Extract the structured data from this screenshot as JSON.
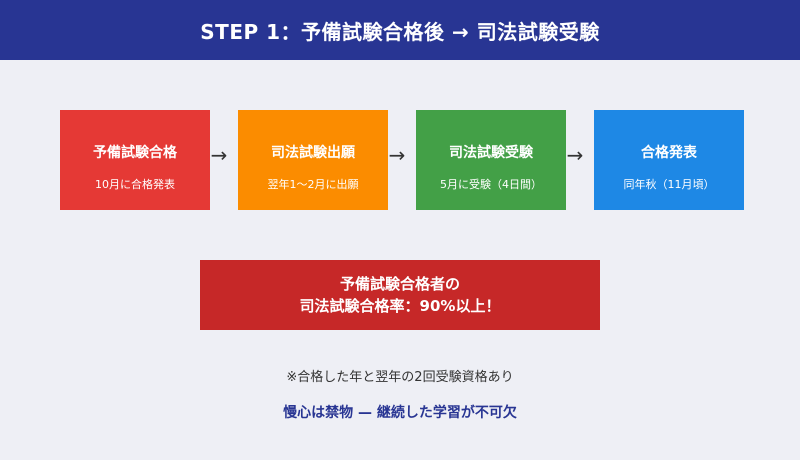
{
  "header": {
    "title": "STEP 1：予備試験合格後 → 司法試験受験"
  },
  "steps": [
    {
      "title": "予備試験合格",
      "sub": "10月に合格発表",
      "color": "#e53935"
    },
    {
      "title": "司法試験出願",
      "sub": "翌年1〜2月に出願",
      "color": "#fb8c00"
    },
    {
      "title": "司法試験受験",
      "sub": "5月に受験（4日間）",
      "color": "#43a047"
    },
    {
      "title": "合格発表",
      "sub": "同年秋（11月頃）",
      "color": "#1e88e5"
    }
  ],
  "arrow_glyph": "→",
  "highlight": {
    "line1": "予備試験合格者の",
    "line2": "司法試験合格率：90%以上！",
    "color": "#c62828"
  },
  "note": "※合格した年と翌年の2回受験資格あり",
  "motto": "慢心は禁物 — 継続した学習が不可欠"
}
